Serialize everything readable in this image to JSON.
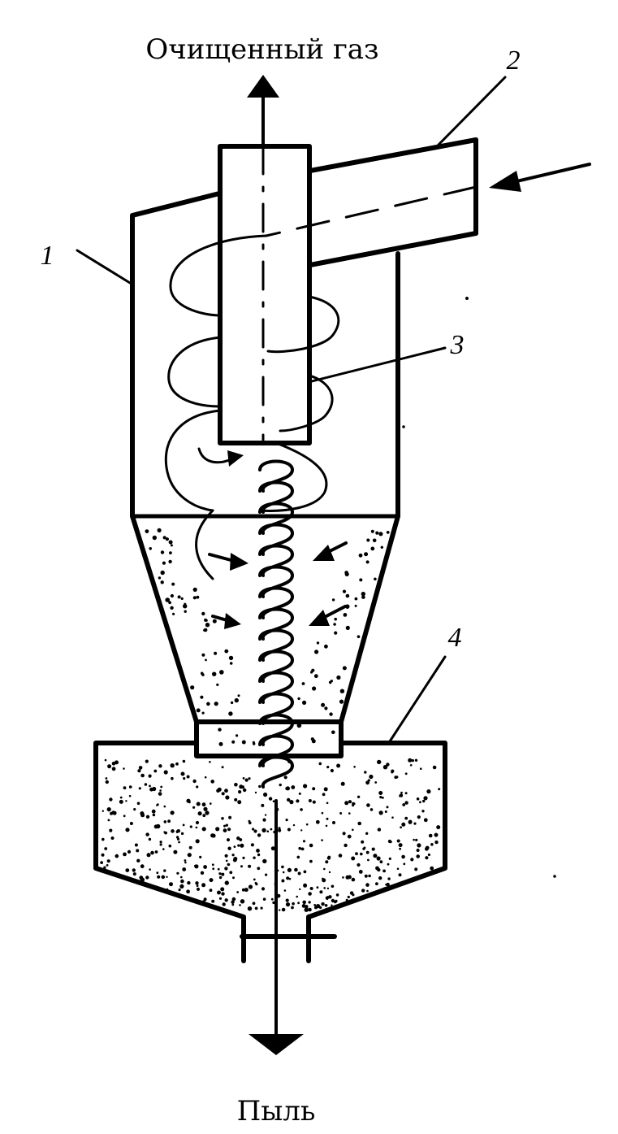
{
  "labels": {
    "top": "Очищенный газ",
    "bottom": "Пыль"
  },
  "callouts": {
    "body": "1",
    "inlet": "2",
    "vortex": "3",
    "hopper": "4"
  },
  "colors": {
    "ink": "#000000",
    "paper": "#ffffff"
  }
}
